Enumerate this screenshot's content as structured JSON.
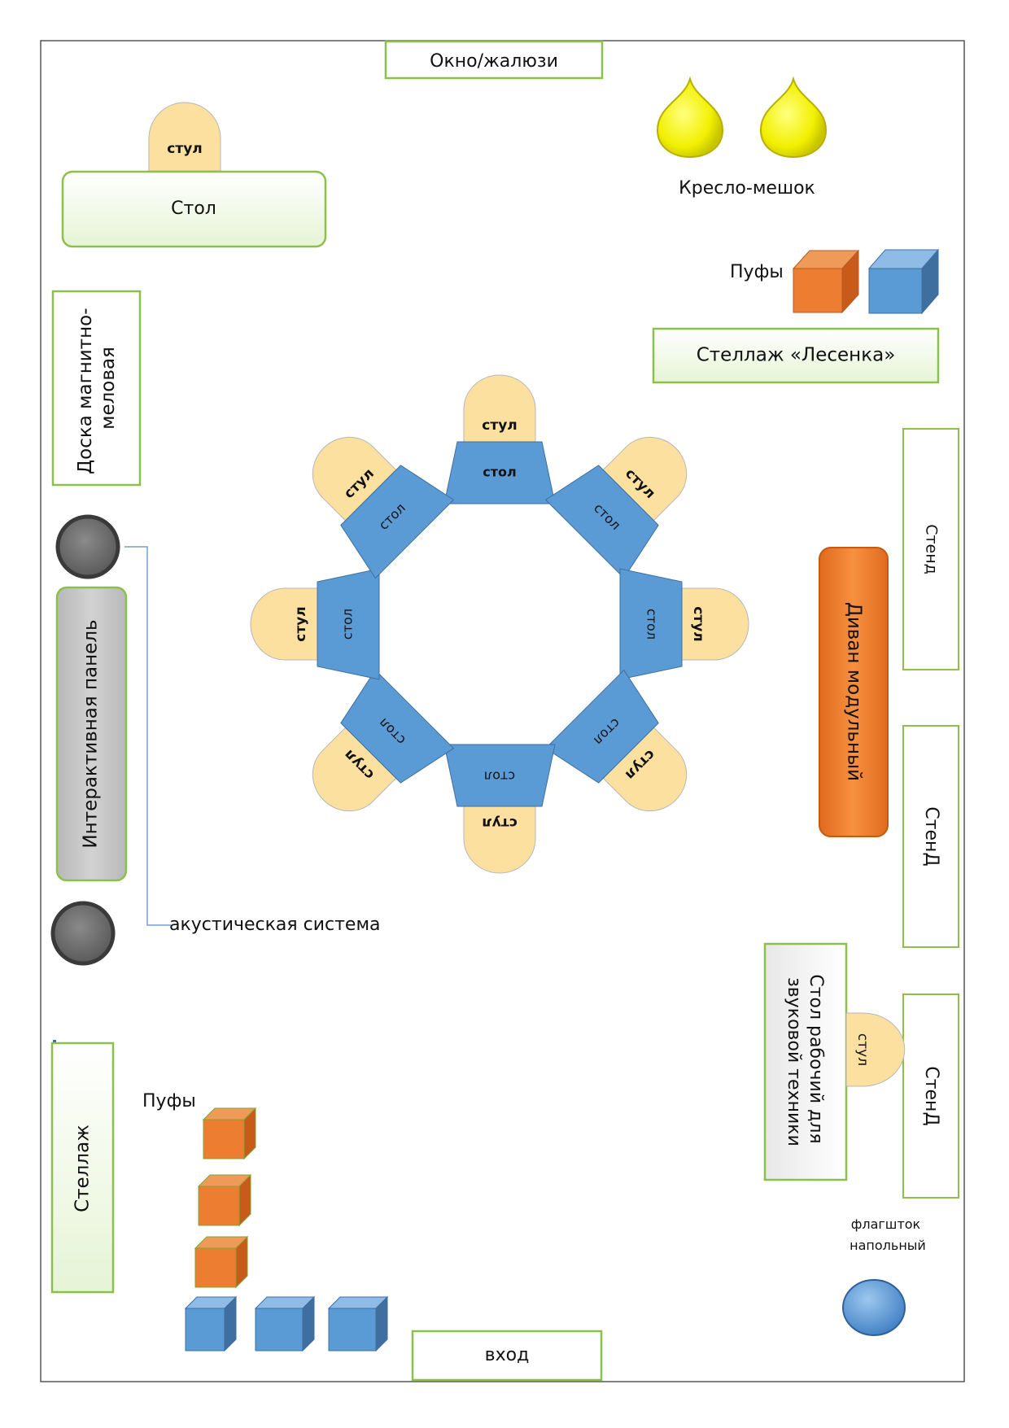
{
  "labels": {
    "window": "Окно/жалюзи",
    "table_top": "Стол",
    "chair": "стул",
    "table_small": "стол",
    "bean_bag": "Кресло-мешок",
    "poufs": "Пуфы",
    "shelf_ladder": "Стеллаж «Лесенка»",
    "board": "Доска магнитно-меловая",
    "panel": "Интерактивная панель",
    "acoustic": "акустическая система",
    "sofa": "Диван модульный",
    "stand": "Стенд",
    "stand_alt": "СтенД",
    "sound_desk": "Стол рабочий для звуковой техники",
    "shelf": "Стеллаж",
    "flagpole": "флагшток напольный",
    "entrance": "вход"
  },
  "colors": {
    "border_green": "#8cbf4c",
    "panel_fill": "#f0f9e8",
    "chair_fill": "#fbe0a0",
    "desk_blue": "#5b9bd5",
    "orange": "#ed7d31",
    "sofa_orange": "#f58a3c",
    "yellow": "#ffff00",
    "grey": "#c8c8c8"
  }
}
